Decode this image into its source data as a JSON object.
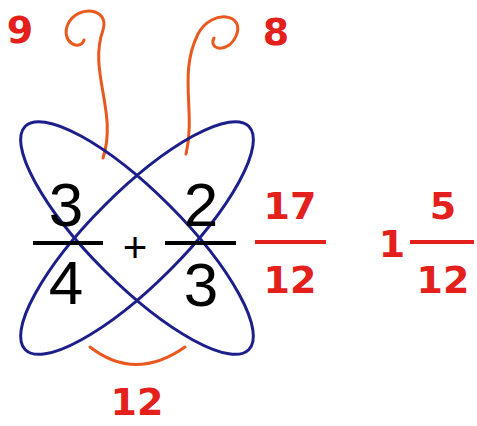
{
  "diagram": {
    "labels": [
      "9",
      "8",
      "3",
      "4",
      "+",
      "2",
      "3",
      "17",
      "12",
      "1",
      "5",
      "12",
      "12"
    ]
  }
}
